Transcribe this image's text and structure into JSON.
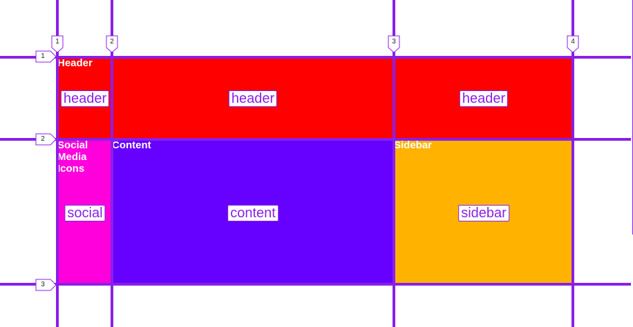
{
  "colors": {
    "grid_line": "#8a1fe8",
    "header_bg": "#ff0000",
    "social_bg": "#ff00dd",
    "content_bg": "#6600ff",
    "sidebar_bg": "#ffb300",
    "item_text": "#ffffff"
  },
  "grid": {
    "column_lines": [
      "1",
      "2",
      "3",
      "4"
    ],
    "row_lines": [
      "1",
      "2",
      "3"
    ]
  },
  "items": {
    "header": "Header",
    "social": "Social Media Icons",
    "content": "Content",
    "sidebar": "Sidebar"
  },
  "areas": {
    "header": "header",
    "social": "social",
    "content": "content",
    "sidebar": "sidebar"
  }
}
